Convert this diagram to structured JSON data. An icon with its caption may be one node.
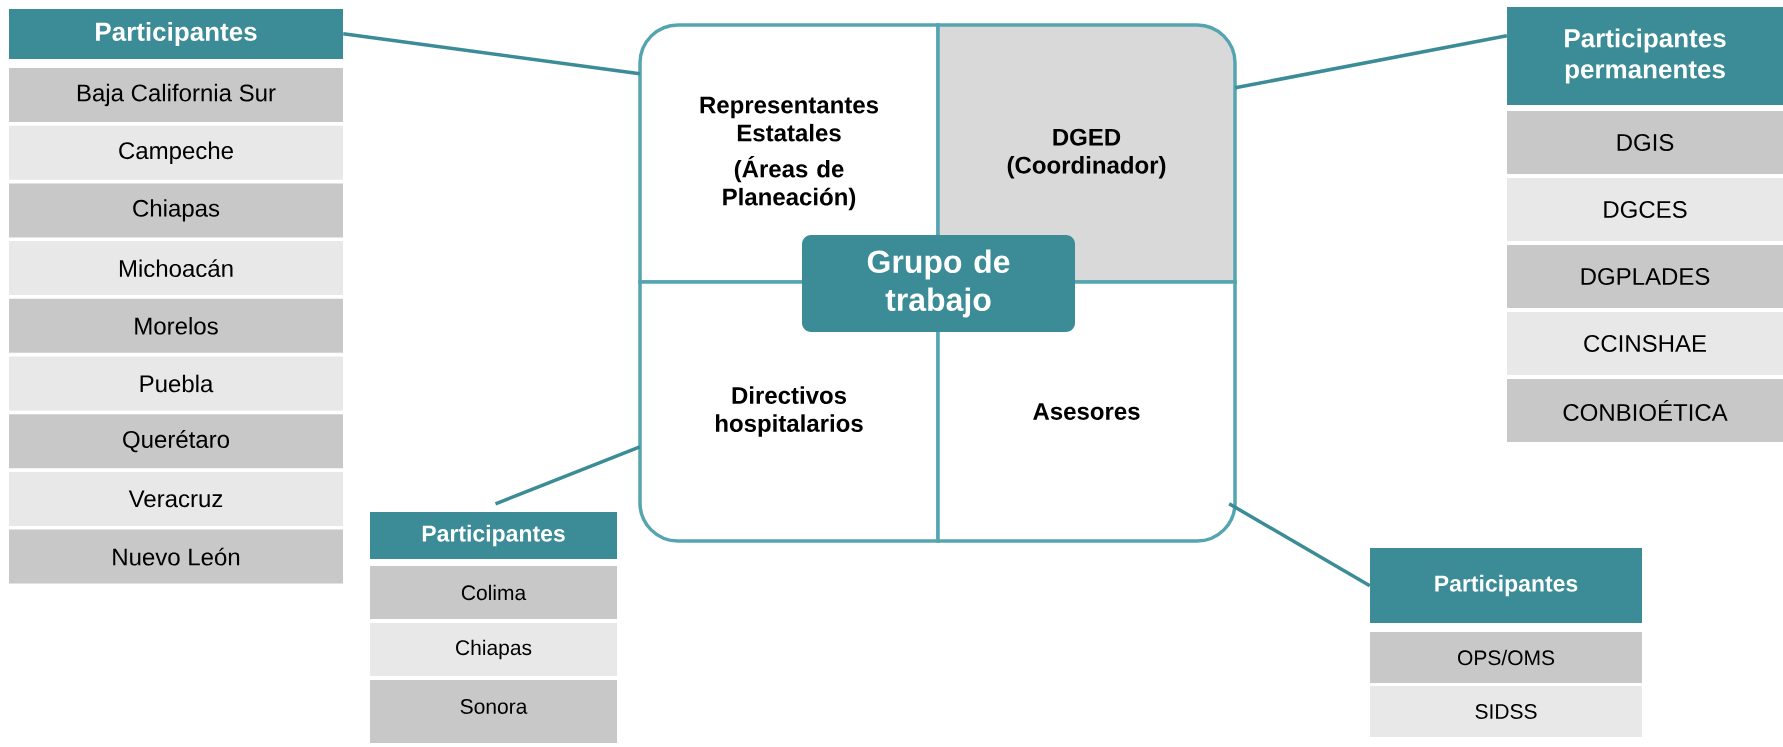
{
  "diagram": {
    "nodes": [
      {
        "text": [
          "Participantes",
          "Baja California Sur",
          "Campeche",
          "Chiapas",
          "Michoacán",
          "Morelos",
          "Puebla",
          "Querétaro",
          "Veracruz",
          "Nuevo León"
        ]
      },
      {
        "text": [
          "Representantes Estatales",
          "(Áreas de Planeación)"
        ]
      },
      {
        "text": [
          "DGED (Coordinador)"
        ]
      },
      {
        "text": [
          "Grupo de trabajo"
        ]
      },
      {
        "text": [
          "Directivos hospitalarios"
        ]
      },
      {
        "text": [
          "Asesores"
        ]
      },
      {
        "text": [
          "Participantes permanentes",
          "DGIS",
          "DGCES",
          "DGPLADES",
          "CCINSHAE",
          "CONBIOÉTICA"
        ]
      },
      {
        "text": [
          "Participantes",
          "Colima",
          "Chiapas",
          "Sonora"
        ]
      },
      {
        "text": [
          "Participantes",
          "OPS/OMS",
          "SIDSS"
        ]
      }
    ],
    "edges": [
      {
        "from": 0,
        "to": 1,
        "arrow": "none"
      },
      {
        "from": 6,
        "to": 2,
        "arrow": "none"
      },
      {
        "from": 7,
        "to": 4,
        "arrow": "none"
      },
      {
        "from": 8,
        "to": 5,
        "arrow": "none"
      }
    ]
  }
}
